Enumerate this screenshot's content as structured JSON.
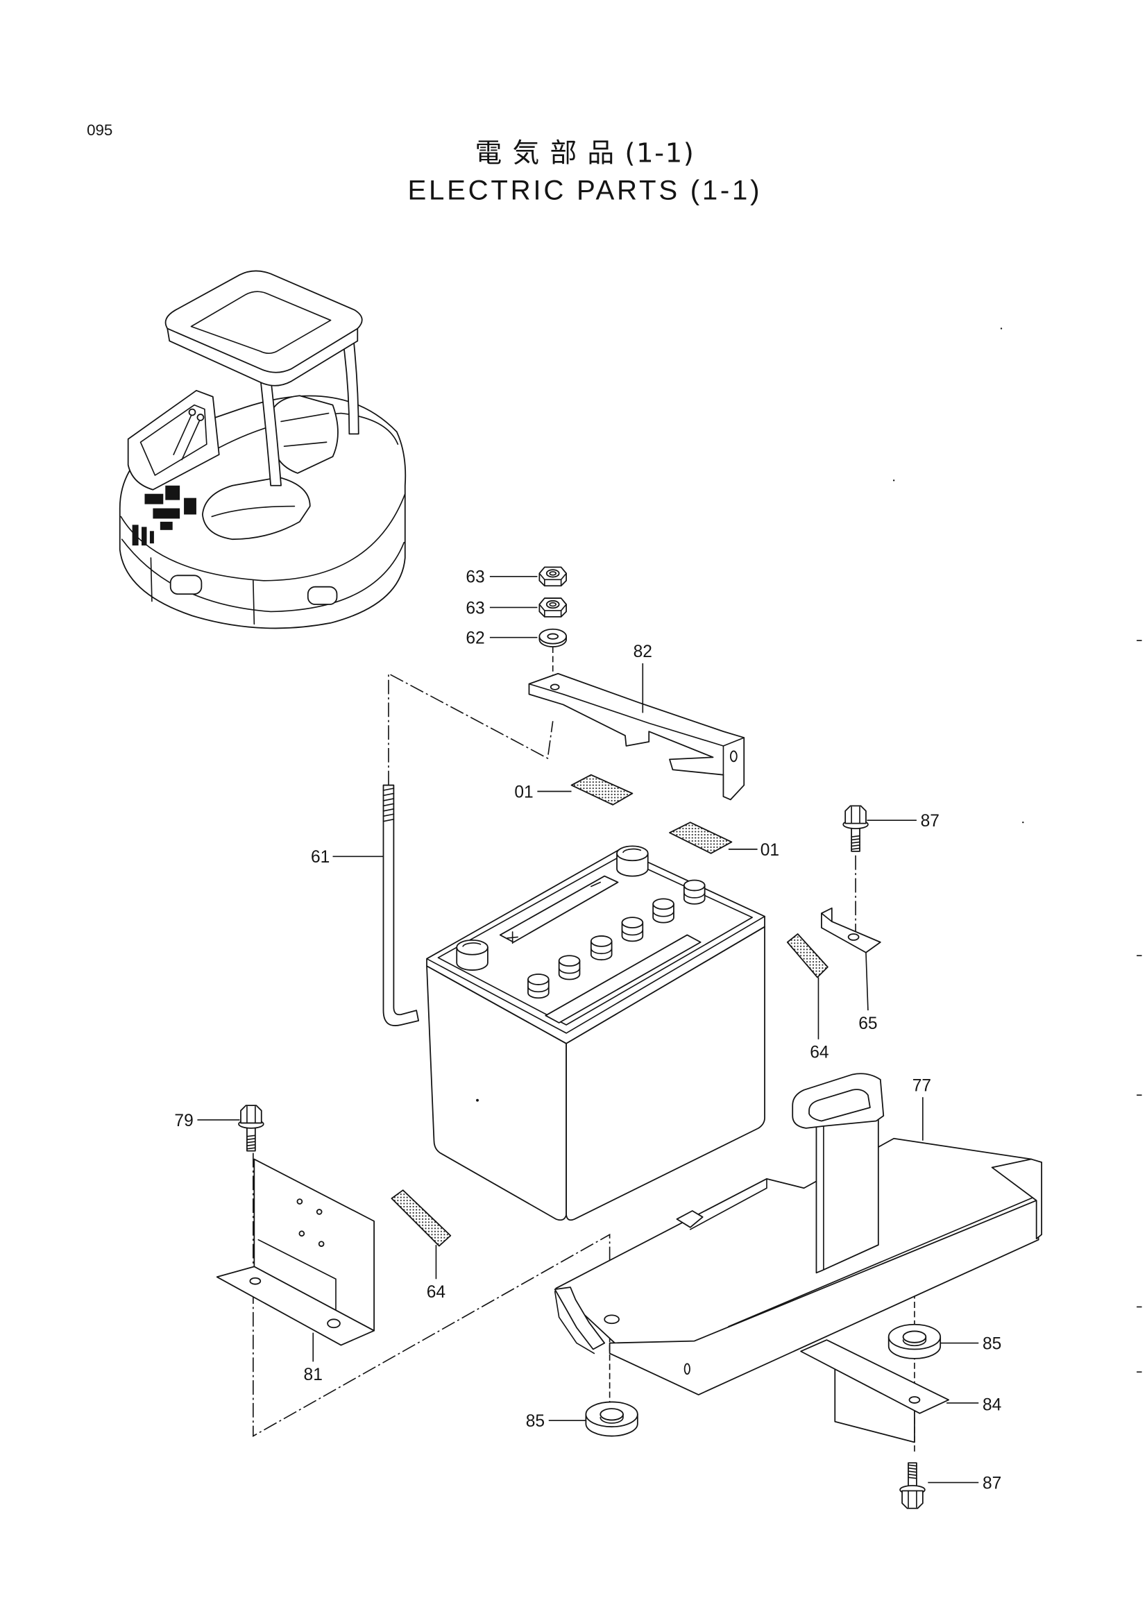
{
  "page": {
    "number": "095"
  },
  "title": {
    "japanese": "電 気 部 品 (1-1)",
    "english": "ELECTRIC PARTS (1-1)"
  },
  "callouts": [
    "63",
    "63",
    "62",
    "82",
    "01",
    "01",
    "61",
    "87",
    "65",
    "64",
    "77",
    "79",
    "64",
    "81",
    "85",
    "84",
    "85",
    "87"
  ]
}
